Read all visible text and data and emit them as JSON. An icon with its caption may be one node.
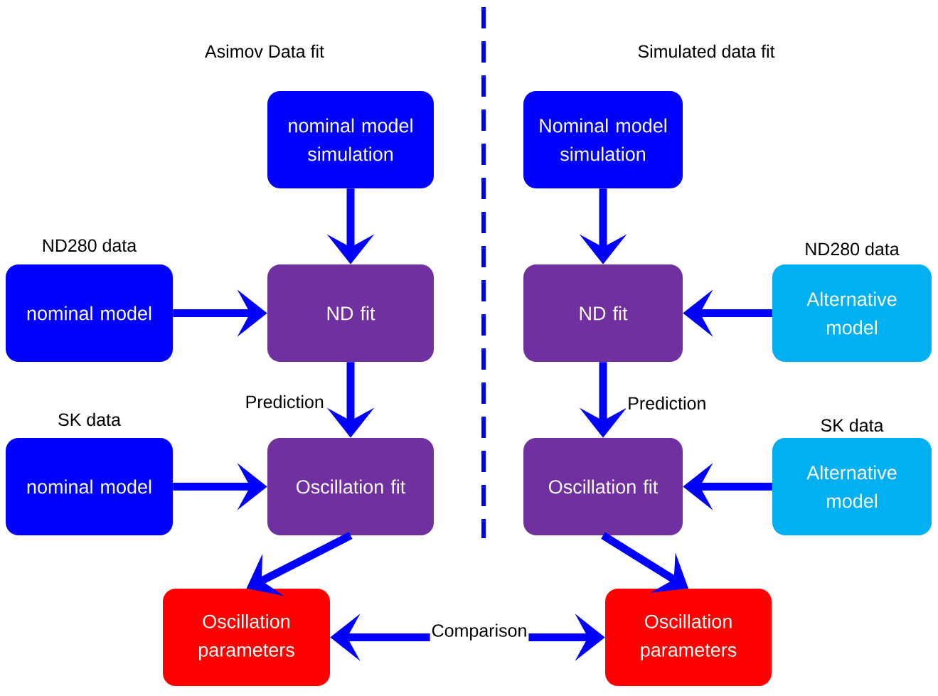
{
  "diagram": {
    "nodes": [
      {
        "text": [
          "nominal model simulation"
        ]
      },
      {
        "text": [
          "ND280 data",
          "nominal model"
        ]
      },
      {
        "text": [
          "ND fit"
        ]
      },
      {
        "text": [
          "SK data",
          "nominal model"
        ]
      },
      {
        "text": [
          "Oscillation fit"
        ]
      },
      {
        "text": [
          "Oscillation parameters"
        ]
      },
      {
        "text": [
          "Nominal model simulation"
        ]
      },
      {
        "text": [
          "ND fit"
        ]
      },
      {
        "text": [
          "ND280 data",
          "Alternative model"
        ]
      },
      {
        "text": [
          "Oscillation fit"
        ]
      },
      {
        "text": [
          "SK data",
          "Alternative model"
        ]
      },
      {
        "text": [
          "Oscillation parameters"
        ]
      }
    ],
    "edges": [
      {
        "from": 0,
        "to": 2,
        "arrow": "to"
      },
      {
        "from": 1,
        "to": 2,
        "arrow": "to"
      },
      {
        "from": 2,
        "to": 4,
        "arrow": "to",
        "label": "Prediction"
      },
      {
        "from": 3,
        "to": 4,
        "arrow": "to"
      },
      {
        "from": 4,
        "to": 5,
        "arrow": "to"
      },
      {
        "from": 6,
        "to": 7,
        "arrow": "to"
      },
      {
        "from": 8,
        "to": 7,
        "arrow": "to"
      },
      {
        "from": 7,
        "to": 9,
        "arrow": "to",
        "label": "Prediction"
      },
      {
        "from": 10,
        "to": 9,
        "arrow": "to"
      },
      {
        "from": 9,
        "to": 11,
        "arrow": "to"
      },
      {
        "from": 5,
        "to": 11,
        "arrow": "both",
        "label": "Comparison"
      }
    ],
    "labels": [
      "Asimov Data fit",
      "Simulated data fit"
    ]
  }
}
